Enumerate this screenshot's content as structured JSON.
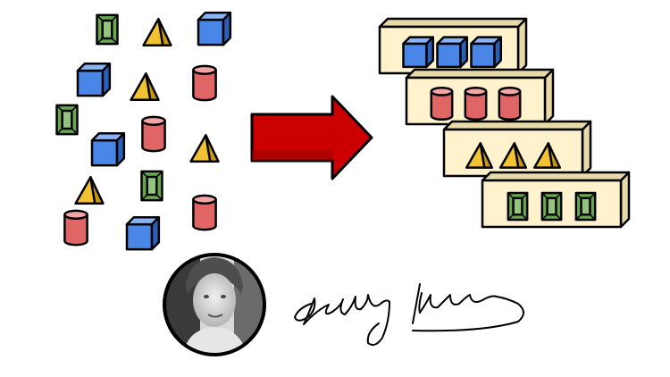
{
  "colors": {
    "background": "#ffffff",
    "outline": "#000000",
    "cube_face": "#4a86e8",
    "cube_top": "#8ab4f8",
    "cube_side": "#2b5fb8",
    "cylinder_body": "#e06666",
    "cylinder_top": "#f4a6a6",
    "pyramid_front": "#f1c232",
    "pyramid_side": "#c99a0e",
    "prism_frame": "#6aa84f",
    "prism_inner": "#93c47d",
    "tray_fill": "#fff2cc",
    "tray_side": "#e8d9a8",
    "arrow_fill": "#cc0000",
    "arrow_shade": "#990000",
    "portrait_bg": "#d9d9d9"
  },
  "scattered_shapes": [
    {
      "kind": "prism"
    },
    {
      "kind": "pyramid"
    },
    {
      "kind": "cube"
    },
    {
      "kind": "cube"
    },
    {
      "kind": "pyramid"
    },
    {
      "kind": "cylinder"
    },
    {
      "kind": "prism"
    },
    {
      "kind": "cylinder"
    },
    {
      "kind": "cube"
    },
    {
      "kind": "pyramid"
    },
    {
      "kind": "pyramid"
    },
    {
      "kind": "prism"
    },
    {
      "kind": "cylinder"
    },
    {
      "kind": "cube"
    },
    {
      "kind": "cylinder"
    }
  ],
  "sorted_trays": [
    {
      "kind": "cube",
      "count": 3
    },
    {
      "kind": "cylinder",
      "count": 3
    },
    {
      "kind": "pyramid",
      "count": 3
    },
    {
      "kind": "prism",
      "count": 3
    }
  ],
  "icons": {
    "arrow": "arrow-right-icon",
    "portrait": "portrait-photo",
    "signature": "handwritten-signature"
  }
}
